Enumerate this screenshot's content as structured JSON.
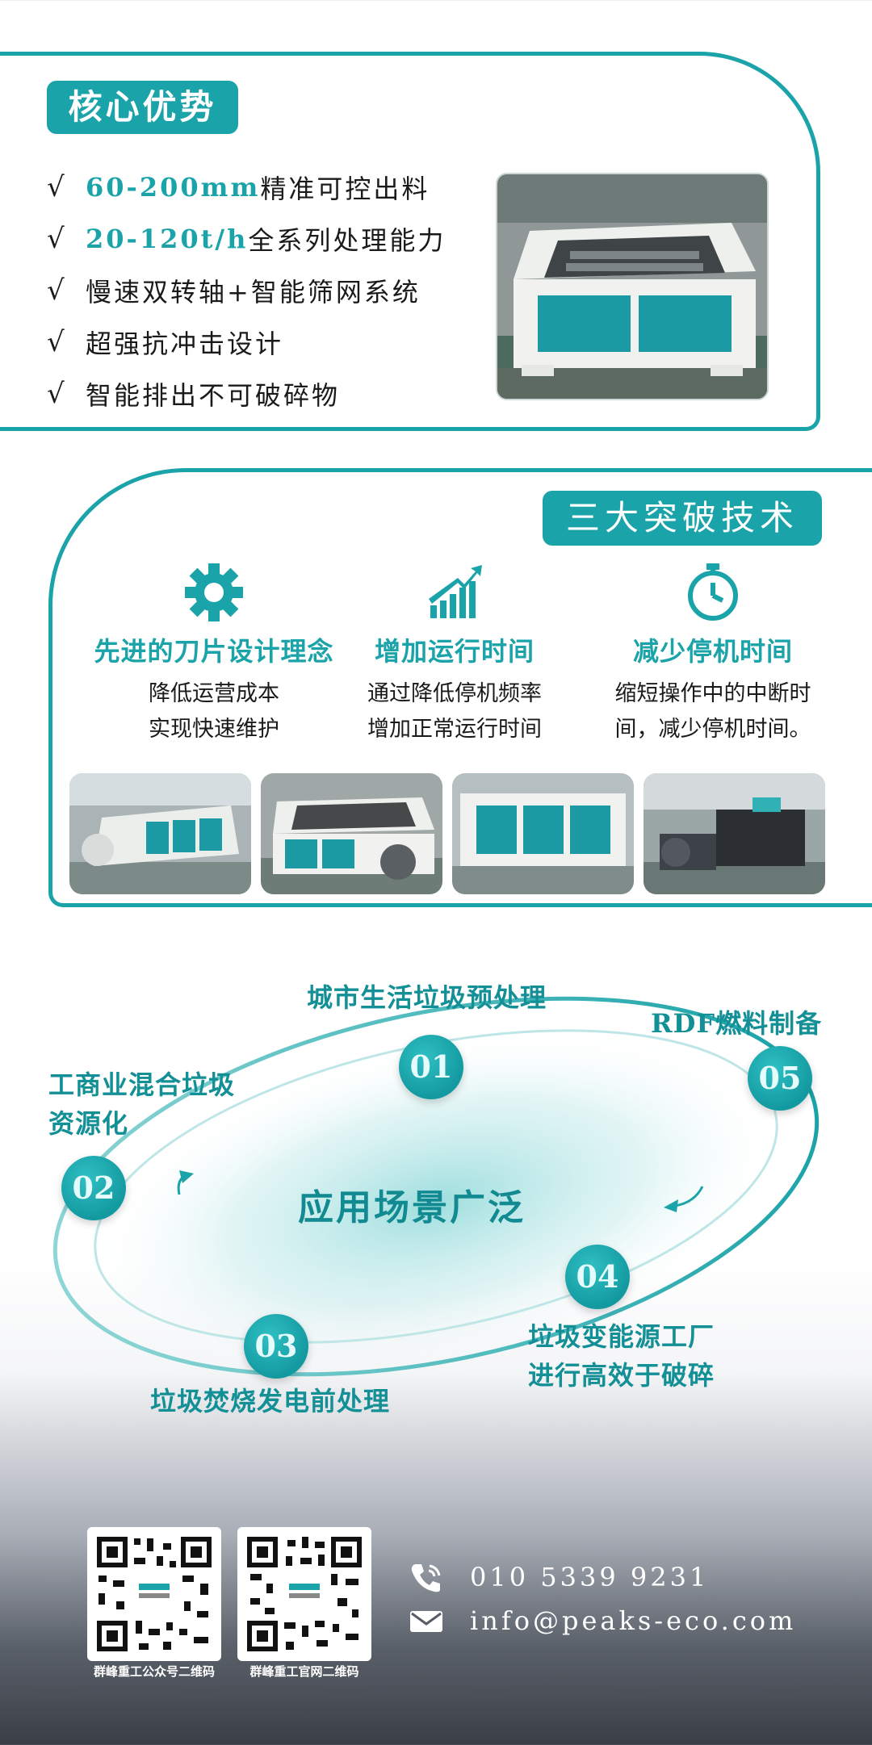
{
  "colors": {
    "accent": "#1aa3a8",
    "text": "#1a1a1a",
    "white": "#ffffff"
  },
  "advantages": {
    "title": "核心优势",
    "items": [
      {
        "check": "√",
        "highlight": "60-200mm",
        "text": "精准可控出料"
      },
      {
        "check": "√",
        "highlight": "20-120t/h",
        "text": "全系列处理能力"
      },
      {
        "check": "√",
        "highlight": "",
        "text": "慢速双转轴+智能筛网系统"
      },
      {
        "check": "√",
        "highlight": "",
        "text": "超强抗冲击设计"
      },
      {
        "check": "√",
        "highlight": "",
        "text": "智能排出不可破碎物"
      }
    ]
  },
  "tech": {
    "title": "三大突破技术",
    "items": [
      {
        "icon": "gear-icon",
        "heading": "先进的刀片设计理念",
        "line1": "降低运营成本",
        "line2": "实现快速维护"
      },
      {
        "icon": "growth-chart-icon",
        "heading": "增加运行时间",
        "line1": "通过降低停机频率",
        "line2": "增加正常运行时间"
      },
      {
        "icon": "stopwatch-icon",
        "heading": "减少停机时间",
        "line1": "缩短操作中的中断时",
        "line2": "间，减少停机时间。"
      }
    ]
  },
  "applications": {
    "center": "应用场景广泛",
    "nodes": [
      {
        "num": "01",
        "label": "城市生活垃圾预处理"
      },
      {
        "num": "02",
        "label_line1": "工商业混合垃圾",
        "label_line2": "资源化"
      },
      {
        "num": "03",
        "label": "垃圾焚烧发电前处理"
      },
      {
        "num": "04",
        "label_line1": "垃圾变能源工厂",
        "label_line2": "进行高效于破碎"
      },
      {
        "num": "05",
        "label": "RDF燃料制备"
      }
    ]
  },
  "footer": {
    "qr1_caption": "群峰重工公众号二维码",
    "qr2_caption": "群峰重工官网二维码",
    "phone": "010 5339 9231",
    "email": "info@peaks-eco.com"
  }
}
